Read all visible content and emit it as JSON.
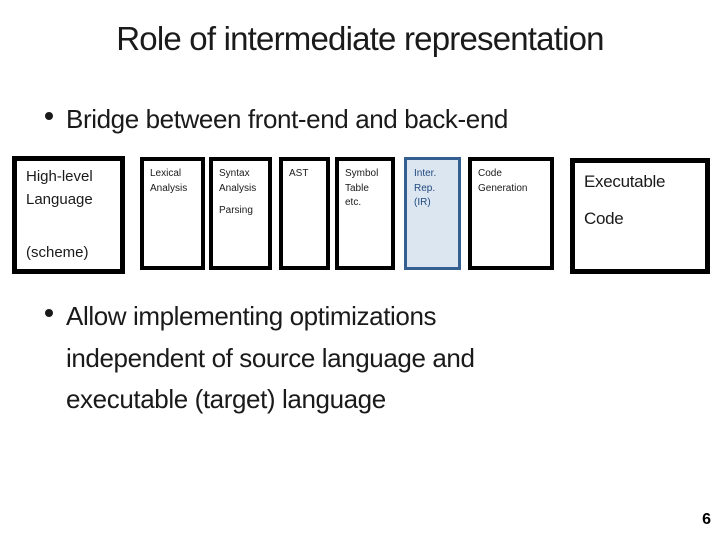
{
  "slide": {
    "title": "Role of intermediate representation",
    "page_number": "6",
    "bullets": [
      {
        "text": "Bridge between front-end and back-end"
      },
      {
        "text": "Allow implementing optimizations\nindependent of source language and\nexecutable (target) language"
      }
    ]
  },
  "diagram": {
    "boxes": [
      {
        "name": "high-level-language",
        "p1": "High-level\nLanguage",
        "p2": "(scheme)"
      },
      {
        "name": "lexical-analysis",
        "p1": "Lexical\nAnalysis"
      },
      {
        "name": "syntax-analysis",
        "p1": "Syntax\nAnalysis",
        "p2": "Parsing"
      },
      {
        "name": "ast",
        "p1": "AST"
      },
      {
        "name": "symbol-table",
        "p1": "Symbol\nTable\netc."
      },
      {
        "name": "intermediate-representation",
        "p1": "Inter.\nRep.\n(IR)"
      },
      {
        "name": "code-generation",
        "p1": "Code\nGeneration"
      },
      {
        "name": "executable-code",
        "p1": "Executable",
        "p2": "Code"
      }
    ]
  },
  "colors": {
    "background": "#ffffff",
    "text": "#1a1a1a",
    "box_border": "#000000",
    "ir_fill": "#dce6f1",
    "ir_border": "#365f91",
    "ir_text": "#1f497d"
  }
}
